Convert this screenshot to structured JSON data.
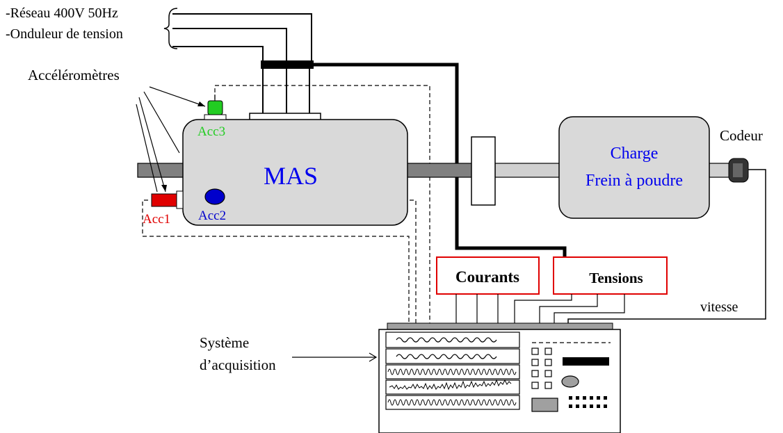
{
  "power_source": {
    "line1": "-Réseau 400V 50Hz",
    "line2": "-Onduleur de tension"
  },
  "accelerometers_label": "Accéléromètres",
  "acc1": {
    "label": "Acc1",
    "color": "#e00000"
  },
  "acc2": {
    "label": "Acc2",
    "color": "#0000cc"
  },
  "acc3": {
    "label": "Acc3",
    "color": "#22cc22"
  },
  "motor": {
    "label": "MAS"
  },
  "load": {
    "line1": "Charge",
    "line2": "Frein à poudre"
  },
  "encoder": {
    "label": "Codeur"
  },
  "currents": {
    "label": "Courants"
  },
  "voltages": {
    "label": "Tensions"
  },
  "speed": {
    "label": "vitesse"
  },
  "acquisition": {
    "line1": "Système",
    "line2": "d’acquisition"
  },
  "colors": {
    "box_fill": "#d9d9d9",
    "shaft": "#808080",
    "measure_box_border": "#e00000",
    "text_blue": "#0000ee"
  }
}
